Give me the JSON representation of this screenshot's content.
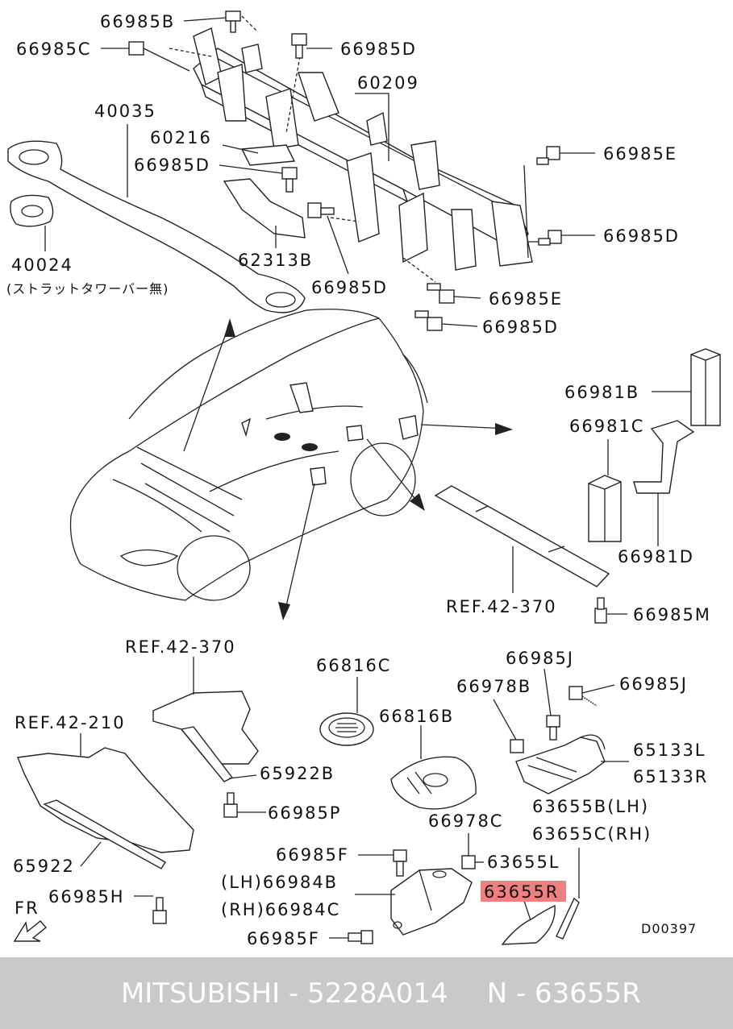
{
  "labels": {
    "l66985B": "66985B",
    "l66985C": "66985C",
    "l66985D_top": "66985D",
    "l60209": "60209",
    "l40035": "40035",
    "l60216": "60216",
    "l66985D_mid": "66985D",
    "l66985E_right": "66985E",
    "l66985D_right": "66985D",
    "l62313B": "62313B",
    "l40024": "40024",
    "l40024_note": "(ストラットタワーバー無)",
    "l66985D_low": "66985D",
    "l66985E_low": "66985E",
    "l66985D_bottom": "66985D",
    "l66981B": "66981B",
    "l66981C": "66981C",
    "l66981D": "66981D",
    "lREF42370_right": "REF.42-370",
    "l66985M": "66985M",
    "lREF42370_left": "REF.42-370",
    "l66816C": "66816C",
    "l66985J_top": "66985J",
    "l66978B": "66978B",
    "l66985J_right": "66985J",
    "lREF42210": "REF.42-210",
    "l66816B": "66816B",
    "l65133L": "65133L",
    "l65133R": "65133R",
    "l65922B": "65922B",
    "l63655B": "63655B(LH)",
    "l66985P": "66985P",
    "l66978C": "66978C",
    "l63655C": "63655C(RH)",
    "l66985F_top": "66985F",
    "l63655L": "63655L",
    "l65922": "65922",
    "l66984B": "(LH)66984B",
    "l63655R": "63655R",
    "l66985H": "66985H",
    "l66984C": "(RH)66984C",
    "lFR": "FR",
    "l66985F_bottom": "66985F",
    "lD00397": "D00397"
  },
  "highlight_color": "#f08080",
  "footer": {
    "brand": "MITSUBISHI - 5228A014",
    "part_number": "N - 63655R"
  }
}
